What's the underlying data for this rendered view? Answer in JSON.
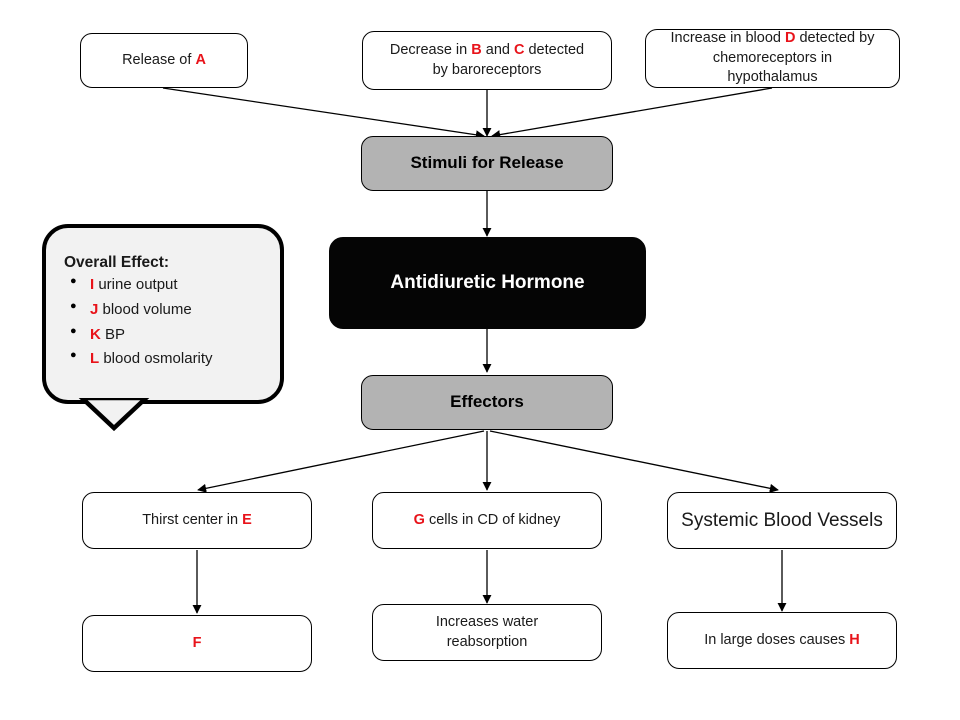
{
  "diagram": {
    "title": "Antidiuretic Hormone flowchart",
    "accent_color": "#e8131a",
    "gray_fill": "#b3b3b3",
    "black_fill": "#050505",
    "callout_fill": "#f2f2f2"
  },
  "stimuli_row": [
    {
      "id": "release-of-a",
      "text_pre": "Release of ",
      "blank": "A",
      "text_post": ""
    },
    {
      "id": "decrease-b-c",
      "line1_pre": "Decrease in ",
      "blank1": "B",
      "mid": " and ",
      "blank2": "C",
      "line1_post": " detected",
      "line2": "by baroreceptors"
    },
    {
      "id": "increase-blood-d",
      "line1_pre": "Increase in blood ",
      "blank1": "D",
      "line1_post": " detected by",
      "line2": "chemoreceptors in",
      "line3": "hypothalamus"
    }
  ],
  "stimuli_box": {
    "label": "Stimuli for Release"
  },
  "hormone_box": {
    "label": "Antidiuretic Hormone"
  },
  "effectors_box": {
    "label": "Effectors"
  },
  "callout": {
    "title": "Overall Effect:",
    "items": [
      {
        "blank": "I",
        "text": " urine output"
      },
      {
        "blank": "J",
        "text": " blood volume"
      },
      {
        "blank": "K",
        "text": " BP"
      },
      {
        "blank": "L",
        "text": " blood osmolarity"
      }
    ]
  },
  "effector_row": [
    {
      "id": "thirst-center",
      "text_pre": "Thirst center in ",
      "blank": "E",
      "text_post": ""
    },
    {
      "id": "g-cells-cd-kidney",
      "text_pre": "",
      "blank": "G",
      "text_post": " cells in CD of kidney"
    },
    {
      "id": "systemic-blood-vessels",
      "text_pre": "Systemic Blood Vessels",
      "blank": "",
      "text_post": ""
    }
  ],
  "outcome_row": [
    {
      "id": "outcome-f",
      "text_pre": "",
      "blank": "F",
      "text_post": ""
    },
    {
      "id": "increases-water-reabsorption",
      "line1": "Increases water",
      "line2": "reabsorption"
    },
    {
      "id": "in-large-doses-causes-h",
      "text_pre": "In large doses causes ",
      "blank": "H",
      "text_post": ""
    }
  ]
}
